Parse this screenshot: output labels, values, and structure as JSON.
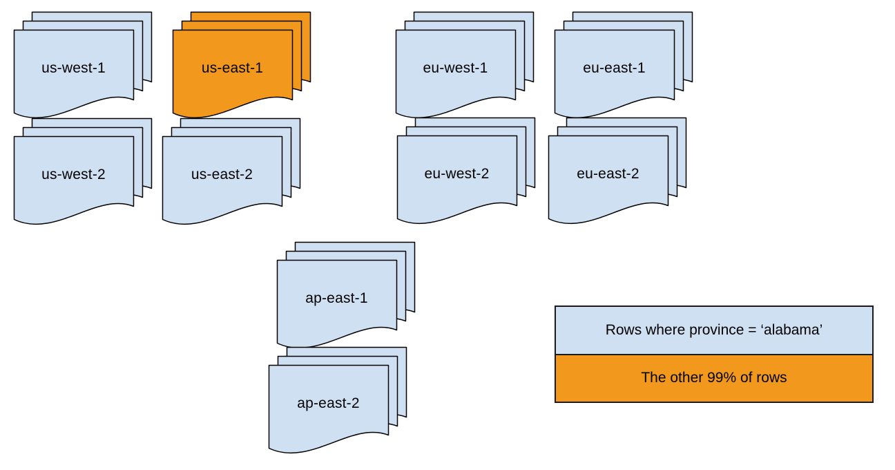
{
  "colors": {
    "shard_fill": "#cfe0f2",
    "highlight_fill": "#f2991d",
    "stroke": "#000000"
  },
  "stacks": [
    {
      "label": "us-west-1",
      "highlighted": false
    },
    {
      "label": "us-east-1",
      "highlighted": true
    },
    {
      "label": "eu-west-1",
      "highlighted": false
    },
    {
      "label": "eu-east-1",
      "highlighted": false
    },
    {
      "label": "us-west-2",
      "highlighted": false
    },
    {
      "label": "us-east-2",
      "highlighted": false
    },
    {
      "label": "eu-west-2",
      "highlighted": false
    },
    {
      "label": "eu-east-2",
      "highlighted": false
    },
    {
      "label": "ap-east-1",
      "highlighted": false
    },
    {
      "label": "ap-east-2",
      "highlighted": false
    }
  ],
  "legend": {
    "items": [
      {
        "label": "Rows where province = ‘alabama’",
        "color": "#cfe0f2"
      },
      {
        "label": "The other 99% of rows",
        "color": "#f2991d"
      }
    ]
  }
}
